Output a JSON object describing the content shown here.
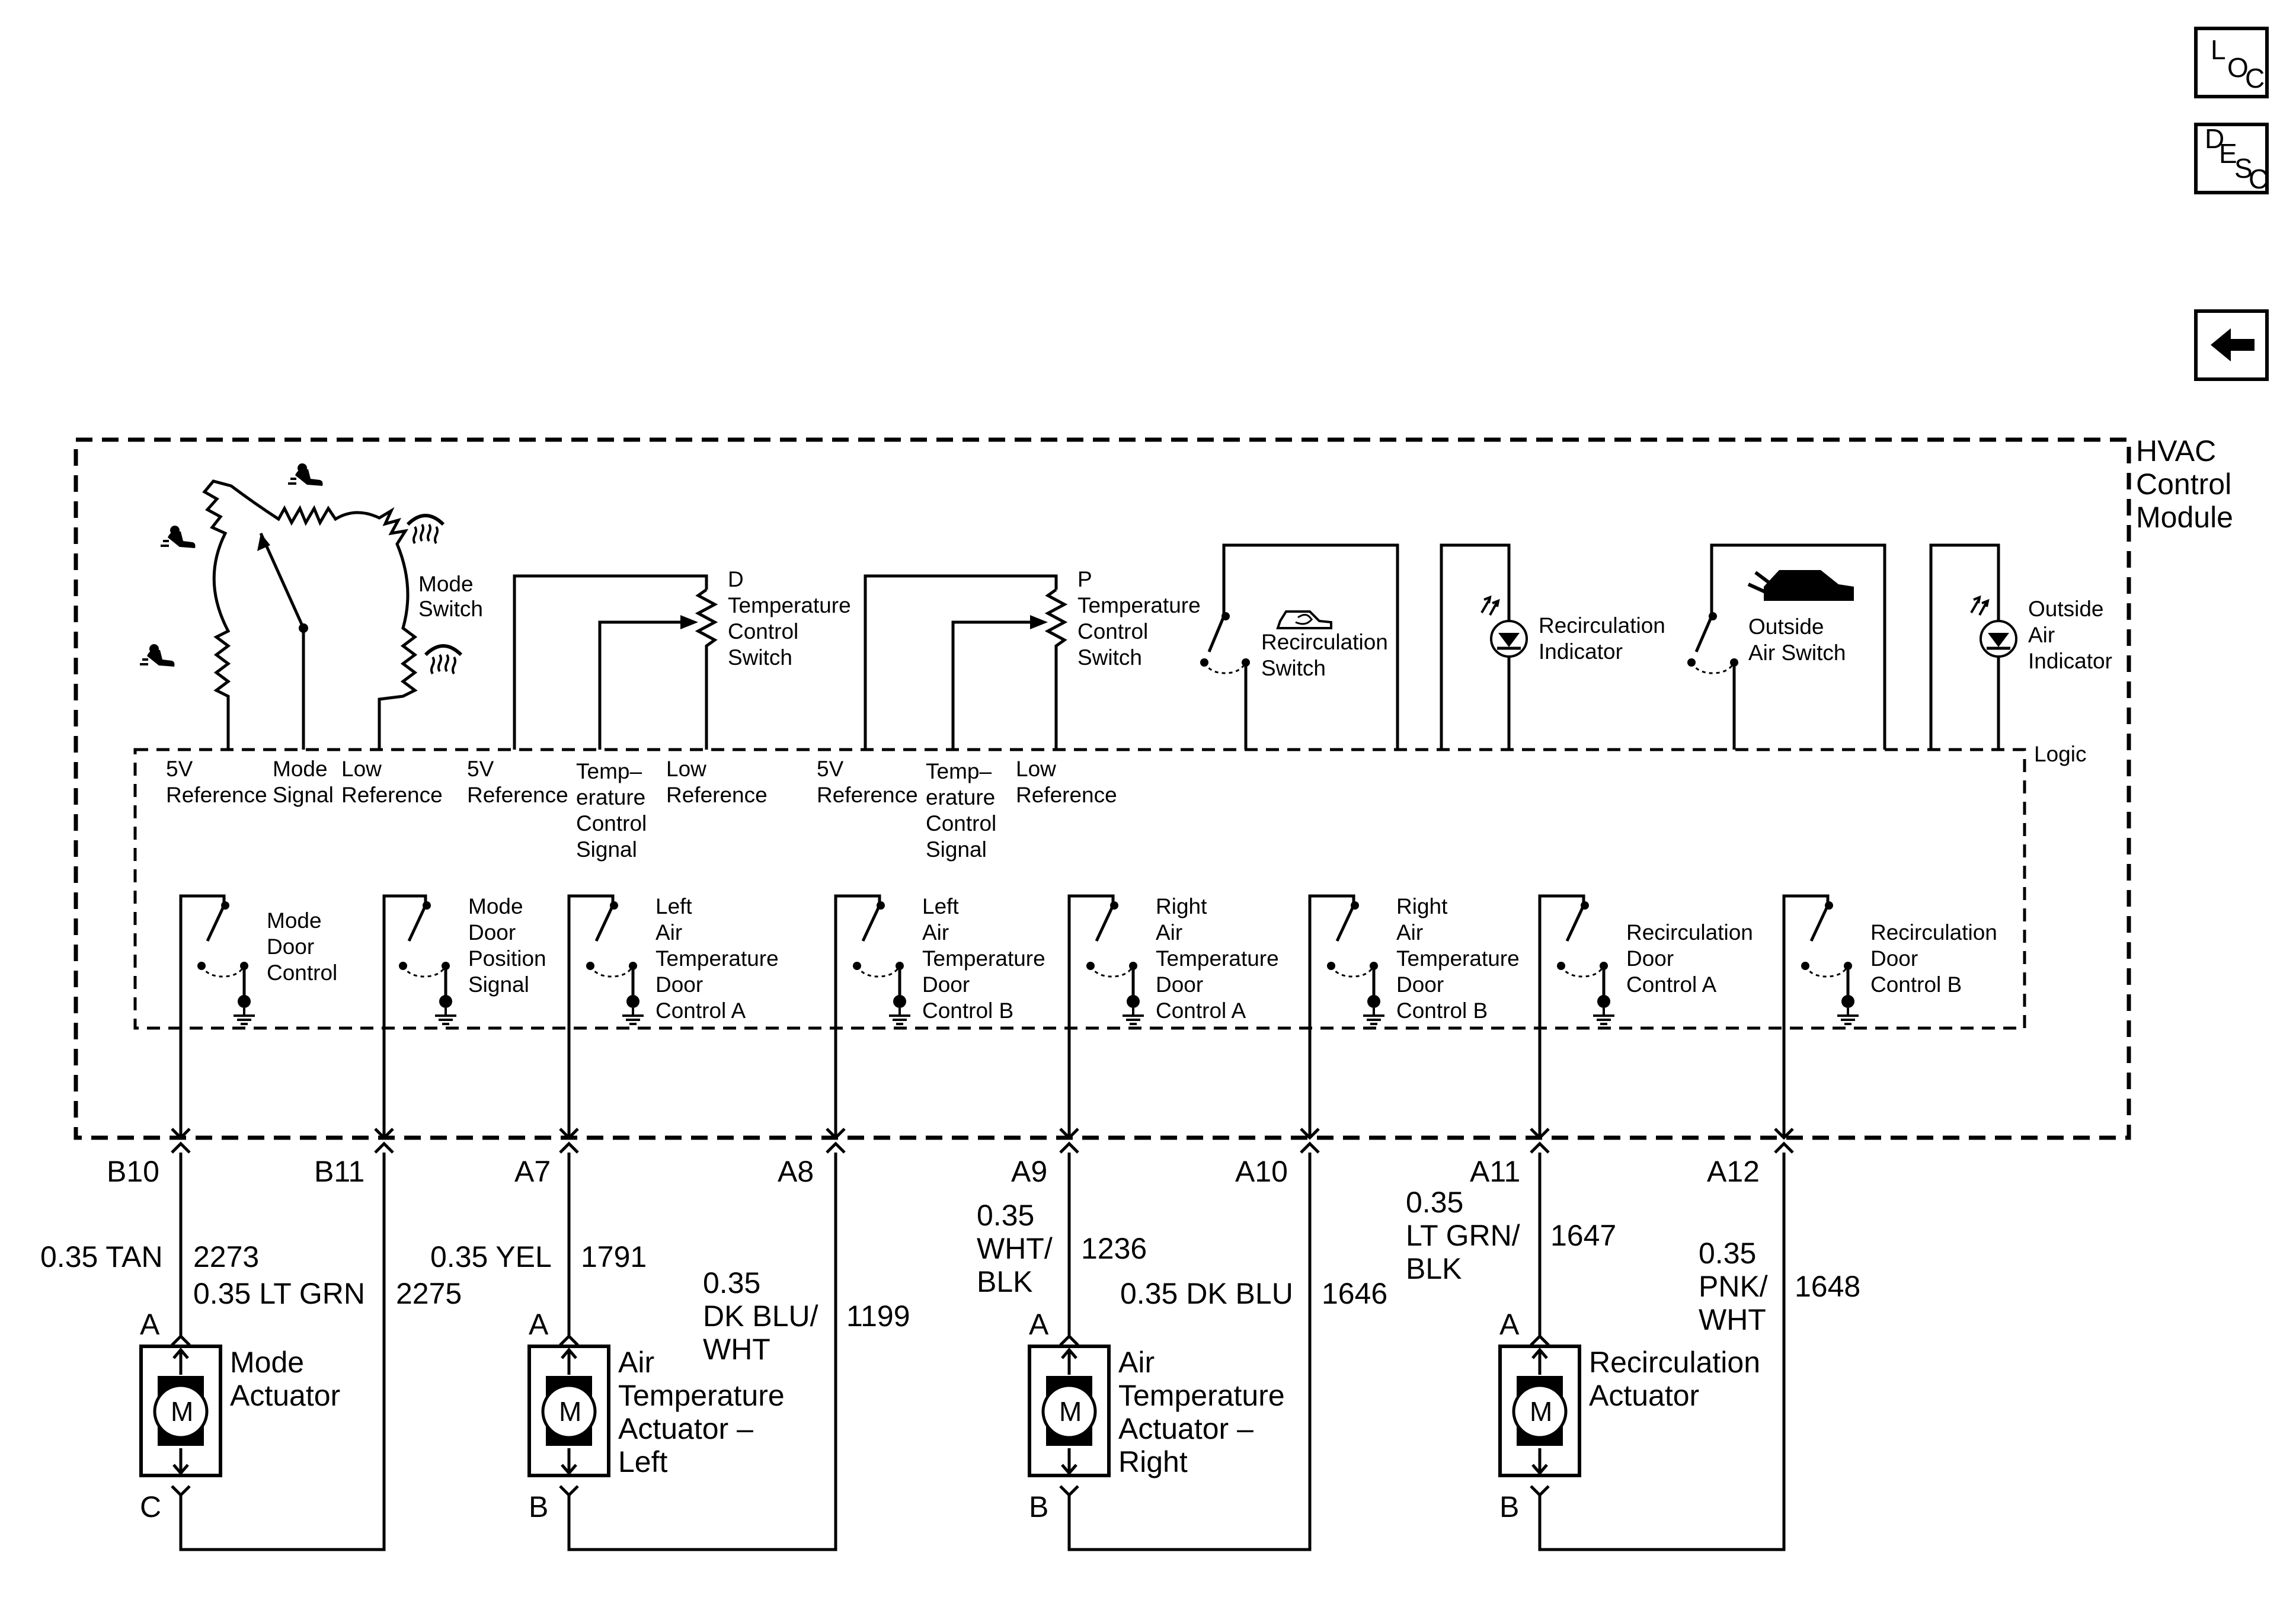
{
  "nav": {
    "loc": {
      "l1": "L",
      "l2": "O",
      "l3": "C"
    },
    "desc": {
      "l1": "D",
      "l2": "E",
      "l3": "S",
      "l4": "C"
    },
    "back_glyph": "arrow-left-icon"
  },
  "module": {
    "title_line1": "HVAC",
    "title_line2": "Control",
    "title_line3": "Module",
    "logic_label": "Logic"
  },
  "components": {
    "mode_switch": {
      "line1": "Mode",
      "line2": "Switch"
    },
    "temp_d": {
      "line1": "D",
      "line2": "Temperature",
      "line3": "Control",
      "line4": "Switch"
    },
    "temp_p": {
      "line1": "P",
      "line2": "Temperature",
      "line3": "Control",
      "line4": "Switch"
    },
    "recirc_switch": {
      "line1": "Recirculation",
      "line2": "Switch"
    },
    "recirc_indicator": {
      "line1": "Recirculation",
      "line2": "Indicator"
    },
    "outside_switch": {
      "line1": "Outside",
      "line2": "Air Switch"
    },
    "outside_indicator": {
      "line1": "Outside",
      "line2": "Air",
      "line3": "Indicator"
    }
  },
  "signal_labels": {
    "ref5v_a": {
      "line1": "5V",
      "line2": "Reference"
    },
    "mode_signal": {
      "line1": "Mode",
      "line2": "Signal"
    },
    "low_ref_a": {
      "line1": "Low",
      "line2": "Reference"
    },
    "ref5v_b": {
      "line1": "5V",
      "line2": "Reference"
    },
    "temp_sig_b": {
      "line1": "Temp–",
      "line2": "erature",
      "line3": "Control",
      "line4": "Signal"
    },
    "low_ref_b": {
      "line1": "Low",
      "line2": "Reference"
    },
    "ref5v_c": {
      "line1": "5V",
      "line2": "Reference"
    },
    "temp_sig_c": {
      "line1": "Temp–",
      "line2": "erature",
      "line3": "Control",
      "line4": "Signal"
    },
    "low_ref_c": {
      "line1": "Low",
      "line2": "Reference"
    }
  },
  "drivers": [
    {
      "lines": [
        "Mode",
        "Door",
        "Control"
      ]
    },
    {
      "lines": [
        "Mode",
        "Door",
        "Position",
        "Signal"
      ]
    },
    {
      "lines": [
        "Left",
        "Air",
        "Temperature",
        "Door",
        "Control A"
      ]
    },
    {
      "lines": [
        "Left",
        "Air",
        "Temperature",
        "Door",
        "Control B"
      ]
    },
    {
      "lines": [
        "Right",
        "Air",
        "Temperature",
        "Door",
        "Control A"
      ]
    },
    {
      "lines": [
        "Right",
        "Air",
        "Temperature",
        "Door",
        "Control B"
      ]
    },
    {
      "lines": [
        "Recirculation",
        "Door",
        "Control A"
      ]
    },
    {
      "lines": [
        "Recirculation",
        "Door",
        "Control B"
      ]
    }
  ],
  "pins": [
    "B10",
    "B11",
    "A7",
    "A8",
    "A9",
    "A10",
    "A11",
    "A12"
  ],
  "wires": [
    {
      "lines": [
        "0.35 TAN"
      ],
      "circuit": "2273"
    },
    {
      "lines": [
        "0.35 LT GRN"
      ],
      "circuit": "2275"
    },
    {
      "lines": [
        "0.35 YEL"
      ],
      "circuit": "1791"
    },
    {
      "lines": [
        "0.35",
        "DK BLU/",
        "WHT"
      ],
      "circuit": "1199"
    },
    {
      "lines": [
        "0.35",
        "WHT/",
        "BLK"
      ],
      "circuit": "1236"
    },
    {
      "lines": [
        "0.35 DK BLU"
      ],
      "circuit": "1646"
    },
    {
      "lines": [
        "0.35",
        "LT GRN/",
        "BLK"
      ],
      "circuit": "1647"
    },
    {
      "lines": [
        "0.35",
        "PNK/",
        "WHT"
      ],
      "circuit": "1648"
    }
  ],
  "actuators": [
    {
      "lines": [
        "Mode",
        "Actuator"
      ],
      "pin_top": "A",
      "pin_bottom": "C",
      "motor": "M"
    },
    {
      "lines": [
        "Air",
        "Temperature",
        "Actuator –",
        "Left"
      ],
      "pin_top": "A",
      "pin_bottom": "B",
      "motor": "M"
    },
    {
      "lines": [
        "Air",
        "Temperature",
        "Actuator –",
        "Right"
      ],
      "pin_top": "A",
      "pin_bottom": "B",
      "motor": "M"
    },
    {
      "lines": [
        "Recirculation",
        "Actuator"
      ],
      "pin_top": "A",
      "pin_bottom": "B",
      "motor": "M"
    }
  ]
}
